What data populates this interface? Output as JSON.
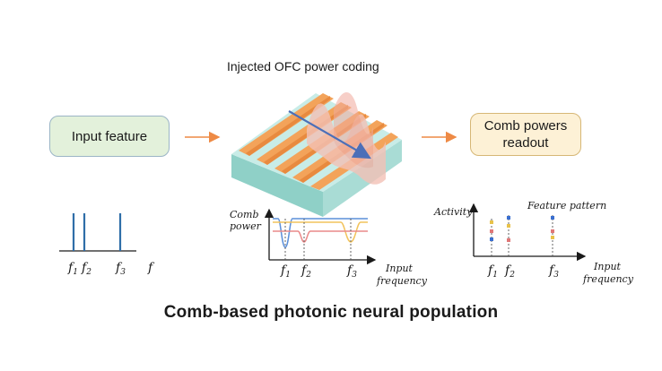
{
  "center": {
    "title": "Injected OFC power coding"
  },
  "boxes": {
    "input": "Input feature",
    "readout": "Comb powers\nreadout"
  },
  "caption": "Comb-based photonic neural population",
  "plot1": {
    "ticks": [
      "f1",
      "f2",
      "f3"
    ],
    "axis_label": "f"
  },
  "plot2": {
    "ylabel_1": "Comb",
    "ylabel_2": "power",
    "ticks": [
      "f1",
      "f2",
      "f3"
    ],
    "xlabel_1": "Input",
    "xlabel_2": "frequency",
    "line_colors": [
      "#5b8fd9",
      "#f2c35c",
      "#ea8a8a"
    ]
  },
  "plot3": {
    "ylabel": "Activity",
    "legend": "Feature pattern",
    "ticks": [
      "f1",
      "f2",
      "f3"
    ],
    "xlabel_1": "Input",
    "xlabel_2": "frequency",
    "dot_colors": [
      "#3a6fd0",
      "#e8c24a",
      "#e07777"
    ]
  },
  "colors": {
    "arrow": "#ee8a45",
    "stick": "#2f6ea8",
    "slab_top": "#bfe7e2",
    "slab_side": "#8fd0c7",
    "waveguide": "#f3a35a",
    "beam": "#4b6fb8",
    "wave": "#f1b3a8"
  }
}
